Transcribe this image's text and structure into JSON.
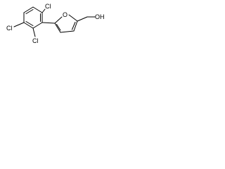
{
  "structure": {
    "labels": {
      "cl_top": "Cl",
      "cl_left": "Cl",
      "cl_bottom": "Cl",
      "oxygen_ring": "O",
      "hydroxyl": "OH"
    }
  },
  "colors": {
    "bond": "#000000",
    "text": "#000000",
    "background": "#ffffff"
  }
}
